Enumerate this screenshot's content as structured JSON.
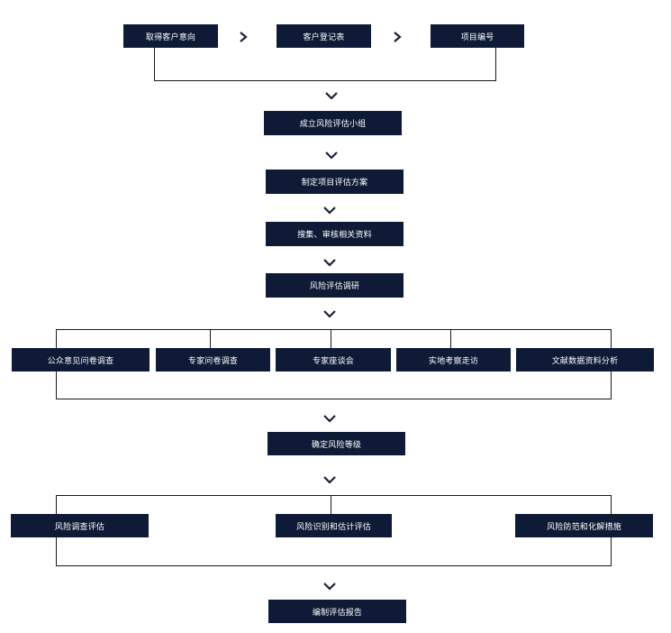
{
  "top_row": {
    "client_intent": "取得客户意向",
    "client_register": "客户登记表",
    "project_number": "项目编号"
  },
  "steps": {
    "form_team": "成立风险评估小组",
    "make_plan": "制定项目评估方案",
    "collect_review": "搜集、审核相关资料",
    "research": "风险评估调研"
  },
  "research_methods": [
    "公众意见问卷调查",
    "专家问卷调查",
    "专家座谈会",
    "实地考察走访",
    "文献数据资料分析"
  ],
  "determine_level": "确定风险等级",
  "assessments": [
    "风险调查评估",
    "风险识别和估计评估",
    "风险防范和化解措施"
  ],
  "final_step": "编制评估报告",
  "icons": {
    "arrow_right": "chevron-right-icon",
    "arrow_down": "chevron-down-icon"
  },
  "colors": {
    "box": "#0e1a36",
    "text": "#ffffff",
    "line": "#1a1a1a"
  }
}
